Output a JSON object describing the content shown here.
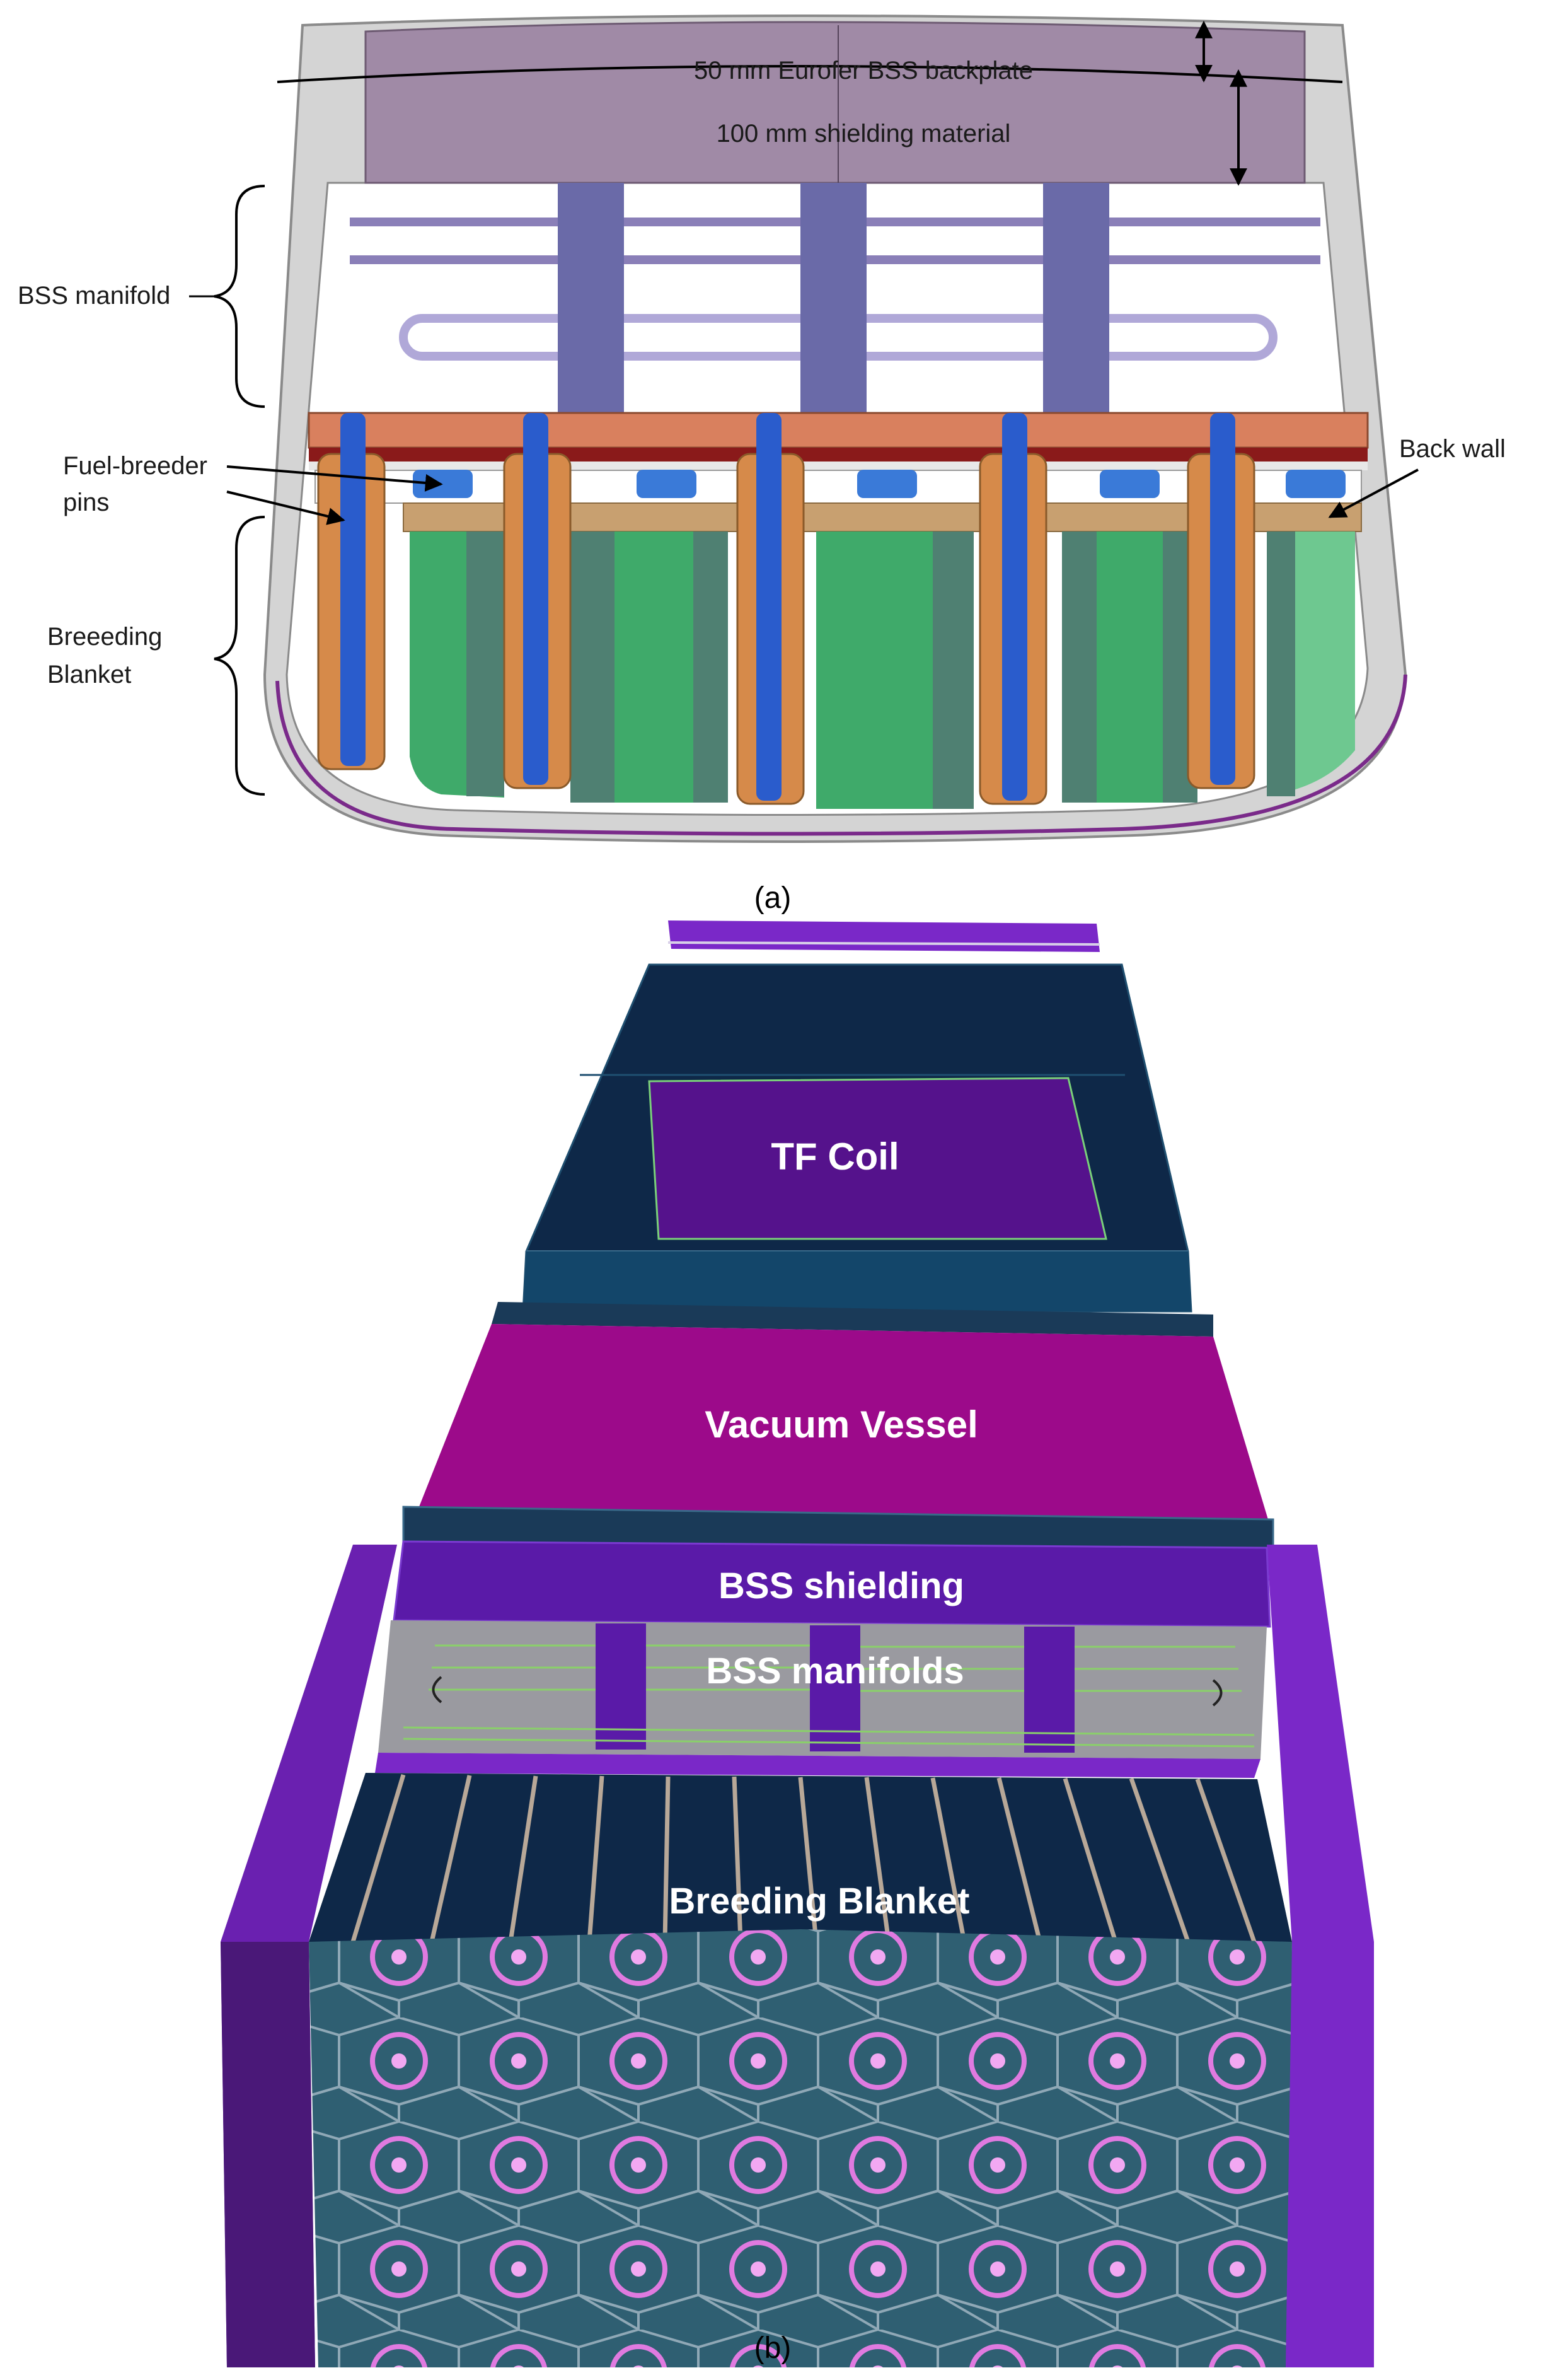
{
  "panel_a": {
    "caption": "(a)",
    "labels": {
      "backplate": "50 mm Eurofer BSS backplate",
      "shielding": "100 mm shielding material",
      "bss_manifold": "BSS manifold",
      "fuel_breeder_line1": "Fuel-breeder",
      "fuel_breeder_line2": "pins",
      "back_wall": "Back wall",
      "breeding_line1": "Breeeding",
      "breeding_line2": "Blanket"
    }
  },
  "panel_b": {
    "caption": "(b)",
    "labels": {
      "tf_coil": "TF Coil",
      "vacuum_vessel": "Vacuum Vessel",
      "bss_shielding": "BSS shielding",
      "bss_manifolds": "BSS manifolds",
      "breeding_blanket": "Breeding Blanket"
    }
  },
  "colors": {
    "backplate_purple": "#a08aa6",
    "manifold_pipe": "#6a6aa8",
    "fuel_pin_orange": "#d68a4a",
    "pin_blue": "#2a5ccc",
    "breeder_green": "#3faa6a",
    "tf_coil": "#55128c",
    "vacuum_vessel": "#9c0a8a",
    "bss_shield": "#5a1aa8",
    "blanket_dark": "#0e2848",
    "hex_teal": "#2f5f72",
    "side_purple": "#7a28c8"
  }
}
